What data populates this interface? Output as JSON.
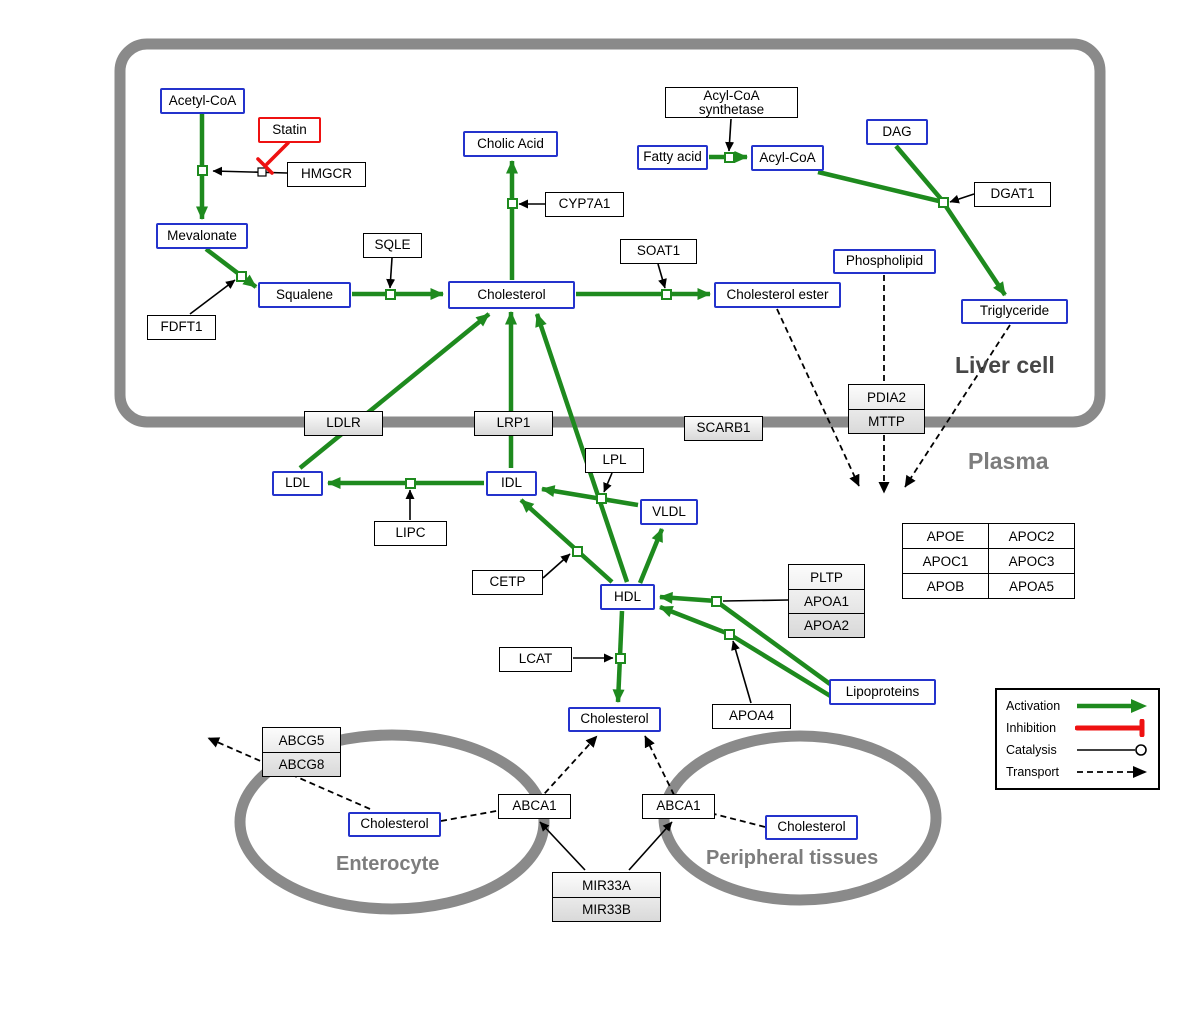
{
  "colors": {
    "activation_green": "#1e8a1e",
    "inhibition_red": "#ee1111",
    "metabolite_blue": "#2433cc",
    "membrane_gray": "#8a8a8a",
    "label_gray": "#7d7d7d",
    "liver_label_gray": "#474747"
  },
  "compartments": {
    "liver": "Liver cell",
    "plasma": "Plasma",
    "enterocyte": "Enterocyte",
    "peripheral": "Peripheral tissues"
  },
  "nodes": {
    "acetyl_coa": "Acetyl-CoA",
    "statin": "Statin",
    "hmgcr": "HMGCR",
    "mevalonate": "Mevalonate",
    "fdft1": "FDFT1",
    "squalene": "Squalene",
    "sqle": "SQLE",
    "cholic_acid": "Cholic Acid",
    "cyp7a1": "CYP7A1",
    "cholesterol_liver": "Cholesterol",
    "soat1": "SOAT1",
    "cholesterol_ester": "Cholesterol ester",
    "acyl_coa_synthetase": "Acyl-CoA synthetase",
    "fatty_acid": "Fatty acid",
    "acyl_coa": "Acyl-CoA",
    "dag": "DAG",
    "dgat1": "DGAT1",
    "phospholipid": "Phospholipid",
    "triglyceride": "Triglyceride",
    "ldlr": "LDLR",
    "lrp1": "LRP1",
    "scarb1": "SCARB1",
    "pdia2": "PDIA2",
    "mttp": "MTTP",
    "ldl": "LDL",
    "idl": "IDL",
    "lipc": "LIPC",
    "lpl": "LPL",
    "vldl": "VLDL",
    "cetp": "CETP",
    "hdl": "HDL",
    "pltp": "PLTP",
    "apoa1": "APOA1",
    "apoa2": "APOA2",
    "lcat": "LCAT",
    "apoa4": "APOA4",
    "lipoproteins": "Lipoproteins",
    "cholesterol_plasma": "Cholesterol",
    "abcg5": "ABCG5",
    "abcg8": "ABCG8",
    "cholesterol_enterocyte": "Cholesterol",
    "abca1_enterocyte": "ABCA1",
    "abca1_peripheral": "ABCA1",
    "cholesterol_peripheral": "Cholesterol",
    "mir33a": "MIR33A",
    "mir33b": "MIR33B"
  },
  "apolipoprotein_table": {
    "rows": [
      [
        "APOE",
        "APOC2"
      ],
      [
        "APOC1",
        "APOC3"
      ],
      [
        "APOB",
        "APOA5"
      ]
    ]
  },
  "legend": {
    "activation": "Activation",
    "inhibition": "Inhibition",
    "catalysis": "Catalysis",
    "transport": "Transport"
  }
}
